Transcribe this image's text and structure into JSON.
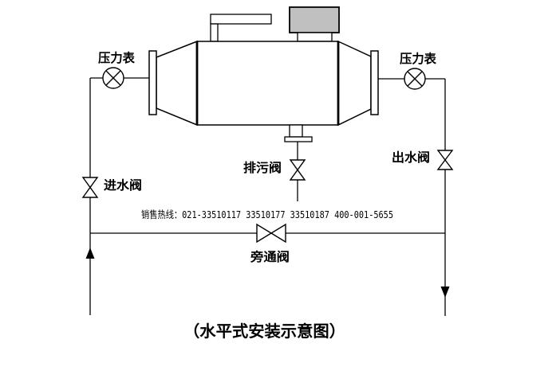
{
  "title": {
    "caption": "（水平式安装示意图）"
  },
  "labels": {
    "pressure_gauge_left": "压力表",
    "pressure_gauge_right": "压力表",
    "inlet_valve": "进水阀",
    "drain_valve": "排污阀",
    "outlet_valve": "出水阀",
    "bypass_valve": "旁通阀"
  },
  "hotline": "销售热线：021-33510117 33510177 33510187 400-001-5655",
  "colors": {
    "line": "#000000",
    "motor_fill": "#c0c0c0",
    "background": "#ffffff"
  },
  "icons": {
    "pressure_gauge": "circle-with-diagonal-cross",
    "valve": "bowtie-double-triangle",
    "flow_arrow_up": "filled-triangle-up",
    "flow_arrow_down": "filled-triangle-down"
  }
}
